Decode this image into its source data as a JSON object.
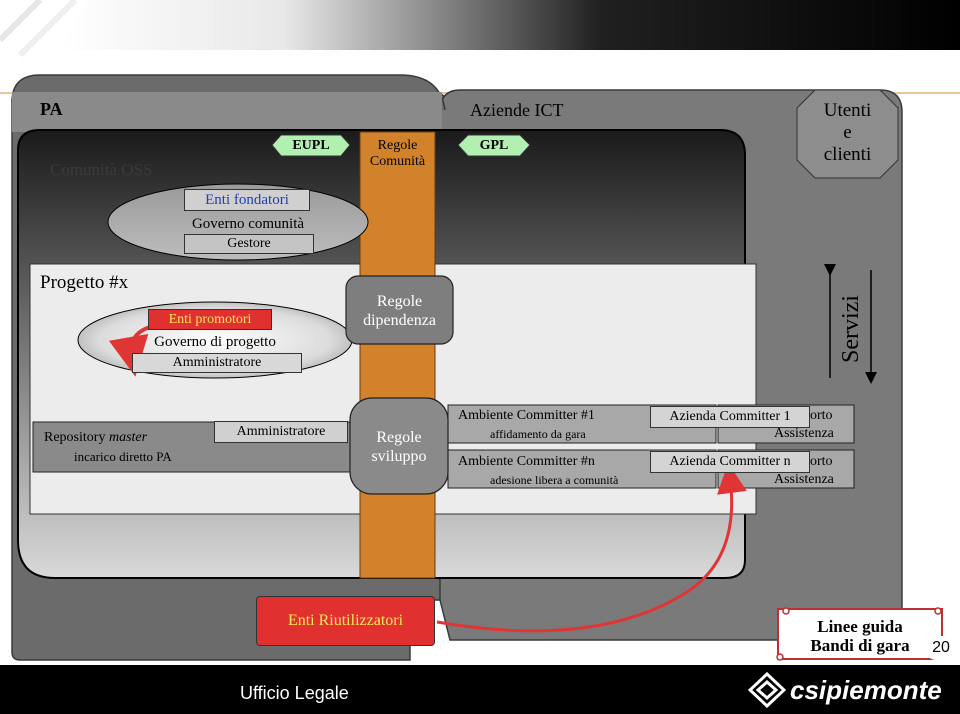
{
  "regions": {
    "pa": "PA",
    "aziende_ict": "Aziende ICT",
    "comunita_oss": "Comunità OSS",
    "progetto": "Progetto #x"
  },
  "licenses": {
    "eupl": "EUPL",
    "gpl": "GPL"
  },
  "utenti": {
    "line1": "Utenti",
    "line2": "e",
    "line3": "clienti"
  },
  "servizi": "Servizi",
  "governo_comunita": {
    "enti_fondatori": "Enti fondatori",
    "governo": "Governo comunità",
    "gestore": "Gestore"
  },
  "governo_progetto": {
    "enti_promotori": "Enti promotori",
    "governo": "Governo di progetto",
    "amministratore": "Amministratore"
  },
  "regole": {
    "comunita_1": "Regole",
    "comunita_2": "Comunità",
    "dipendenza_1": "Regole",
    "dipendenza_2": "dipendenza",
    "sviluppo_1": "Regole",
    "sviluppo_2": "sviluppo"
  },
  "repository": {
    "title_plain": "Repository ",
    "title_italic": "master",
    "subtitle": "incarico diretto PA",
    "amministratore": "Amministratore"
  },
  "committers": [
    {
      "title": "Ambiente Committer #1",
      "subtitle": "affidamento da gara",
      "azienda": "Azienda Committer 1",
      "supporto": "orto",
      "assistenza": "Assistenza"
    },
    {
      "title": "Ambiente Committer #n",
      "subtitle": "adesione libera a comunità",
      "azienda": "Azienda Committer n",
      "supporto": "orto",
      "assistenza": "Assistenza"
    }
  ],
  "enti_riutilizzatori": "Enti Riutilizzatori",
  "linee_guida": {
    "line1": "Linee guida",
    "line2": "Bandi di gara"
  },
  "page_number": "20",
  "footer": {
    "office": "Ufficio Legale",
    "logo": "csipiemonte"
  },
  "colors": {
    "pa_region": "#6b6b6b",
    "ict_region": "#7a7a7a",
    "orange_column": "#d2822a",
    "red_box": "#e03030",
    "arrow_red": "#e03535",
    "label_blue": "#1f3fb0",
    "footer_bg": "#000000"
  }
}
